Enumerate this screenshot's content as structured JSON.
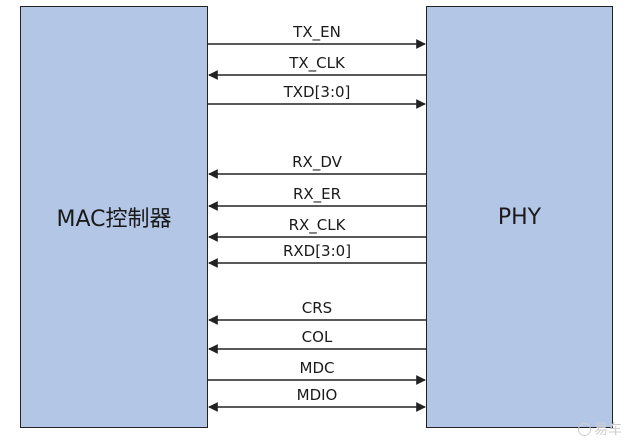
{
  "blocks": {
    "mac": "MAC控制器",
    "phy": "PHY"
  },
  "signals": [
    {
      "name": "TX_EN",
      "direction": "to-phy"
    },
    {
      "name": "TX_CLK",
      "direction": "to-mac"
    },
    {
      "name": "TXD[3:0]",
      "direction": "to-phy"
    },
    {
      "name": "RX_DV",
      "direction": "to-mac"
    },
    {
      "name": "RX_ER",
      "direction": "to-mac"
    },
    {
      "name": "RX_CLK",
      "direction": "to-mac"
    },
    {
      "name": "RXD[3:0]",
      "direction": "to-mac"
    },
    {
      "name": "CRS",
      "direction": "to-mac"
    },
    {
      "name": "COL",
      "direction": "to-mac"
    },
    {
      "name": "MDC",
      "direction": "to-phy"
    },
    {
      "name": "MDIO",
      "direction": "bidirectional"
    }
  ],
  "watermark": "易车"
}
